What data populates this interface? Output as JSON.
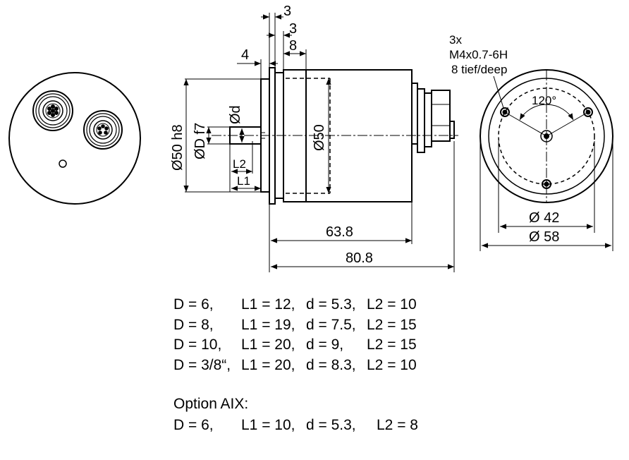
{
  "dimensions": {
    "top_3a": "3",
    "top_3b": "3",
    "top_8": "8",
    "left_4": "4",
    "dia_50h8": "Ø50 h8",
    "dia_Df7": "ØD f7",
    "dia_d": "Ød",
    "dia_50": "Ø50",
    "L2": "L2",
    "L1": "L1",
    "len_63_8": "63.8",
    "len_80_8": "80.8"
  },
  "front_view": {
    "thread_count": "3x",
    "thread_spec": "M4x0.7-6H",
    "thread_depth": "8 tief/deep",
    "angle": "120°",
    "dia_42": "Ø 42",
    "dia_58": "Ø 58"
  },
  "variants": {
    "rows": [
      {
        "D": "D =    6,",
        "L1": "L1 = 12,",
        "d": "d = 5.3,",
        "L2": "L2 = 10"
      },
      {
        "D": "D =    8,",
        "L1": "L1 = 19,",
        "d": "d = 7.5,",
        "L2": "L2 = 15"
      },
      {
        "D": "D = 10,",
        "L1": "L1 = 20,",
        "d": "d = 9,",
        "L2": "L2 = 15"
      },
      {
        "D": "D = 3/8“,",
        "L1": "L1 = 20,",
        "d": "d = 8.3,",
        "L2": "L2 = 10"
      }
    ]
  },
  "option": {
    "title": "Option AIX:",
    "D": "D =    6,",
    "L1": "L1 = 10,",
    "d": "d = 5.3,",
    "L2": "L2 = 8"
  }
}
